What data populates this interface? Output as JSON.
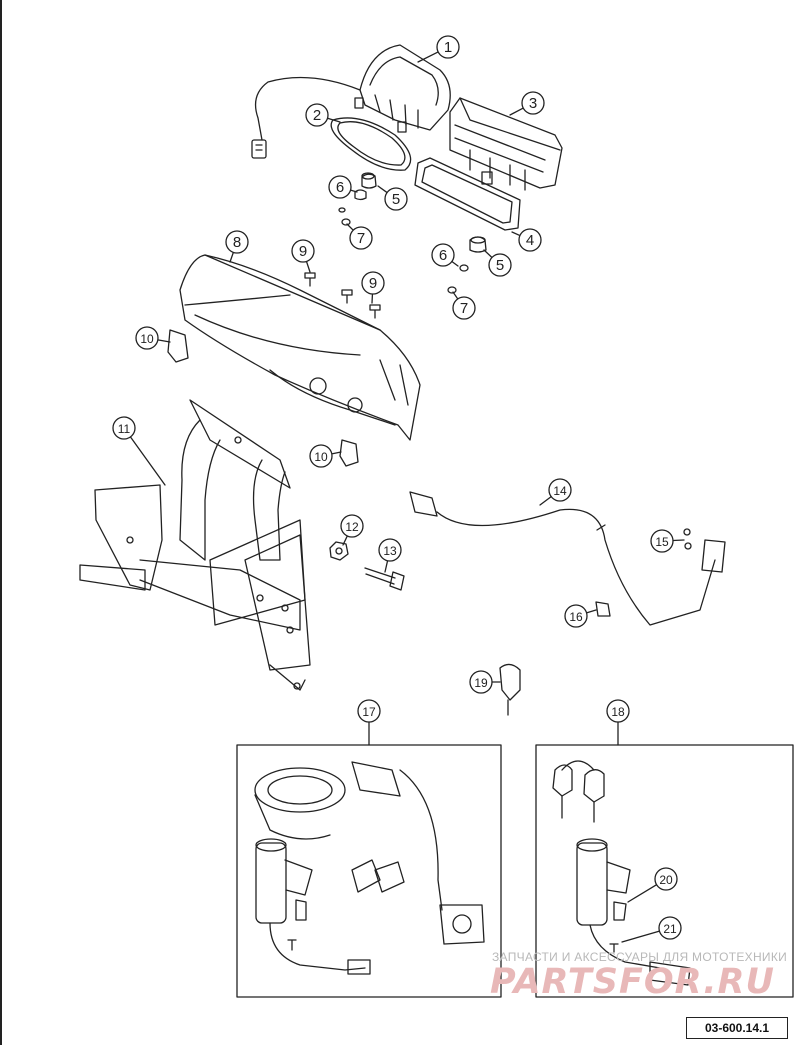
{
  "callouts": [
    {
      "id": "callout-1",
      "label": "1"
    },
    {
      "id": "callout-2",
      "label": "2"
    },
    {
      "id": "callout-3",
      "label": "3"
    },
    {
      "id": "callout-4",
      "label": "4"
    },
    {
      "id": "callout-5a",
      "label": "5"
    },
    {
      "id": "callout-5b",
      "label": "5"
    },
    {
      "id": "callout-6a",
      "label": "6"
    },
    {
      "id": "callout-6b",
      "label": "6"
    },
    {
      "id": "callout-7a",
      "label": "7"
    },
    {
      "id": "callout-7b",
      "label": "7"
    },
    {
      "id": "callout-8",
      "label": "8"
    },
    {
      "id": "callout-9a",
      "label": "9"
    },
    {
      "id": "callout-9b",
      "label": "9"
    },
    {
      "id": "callout-10a",
      "label": "10"
    },
    {
      "id": "callout-10b",
      "label": "10"
    },
    {
      "id": "callout-11",
      "label": "11"
    },
    {
      "id": "callout-12",
      "label": "12"
    },
    {
      "id": "callout-13",
      "label": "13"
    },
    {
      "id": "callout-14",
      "label": "14"
    },
    {
      "id": "callout-15",
      "label": "15"
    },
    {
      "id": "callout-16",
      "label": "16"
    },
    {
      "id": "callout-17",
      "label": "17"
    },
    {
      "id": "callout-18",
      "label": "18"
    },
    {
      "id": "callout-19",
      "label": "19"
    },
    {
      "id": "callout-20",
      "label": "20"
    },
    {
      "id": "callout-21",
      "label": "21"
    }
  ],
  "watermark": {
    "subtitle": "ЗАПЧАСТИ И АКСЕССУАРЫ ДЛЯ МОТОТЕХНИКИ",
    "logo": "PARTSFOR.RU"
  },
  "doc_code": "03-600.14.1",
  "colors": {
    "line": "#222222",
    "watermark_logo": "#e8b8b8",
    "watermark_text": "#b8b8b8"
  }
}
